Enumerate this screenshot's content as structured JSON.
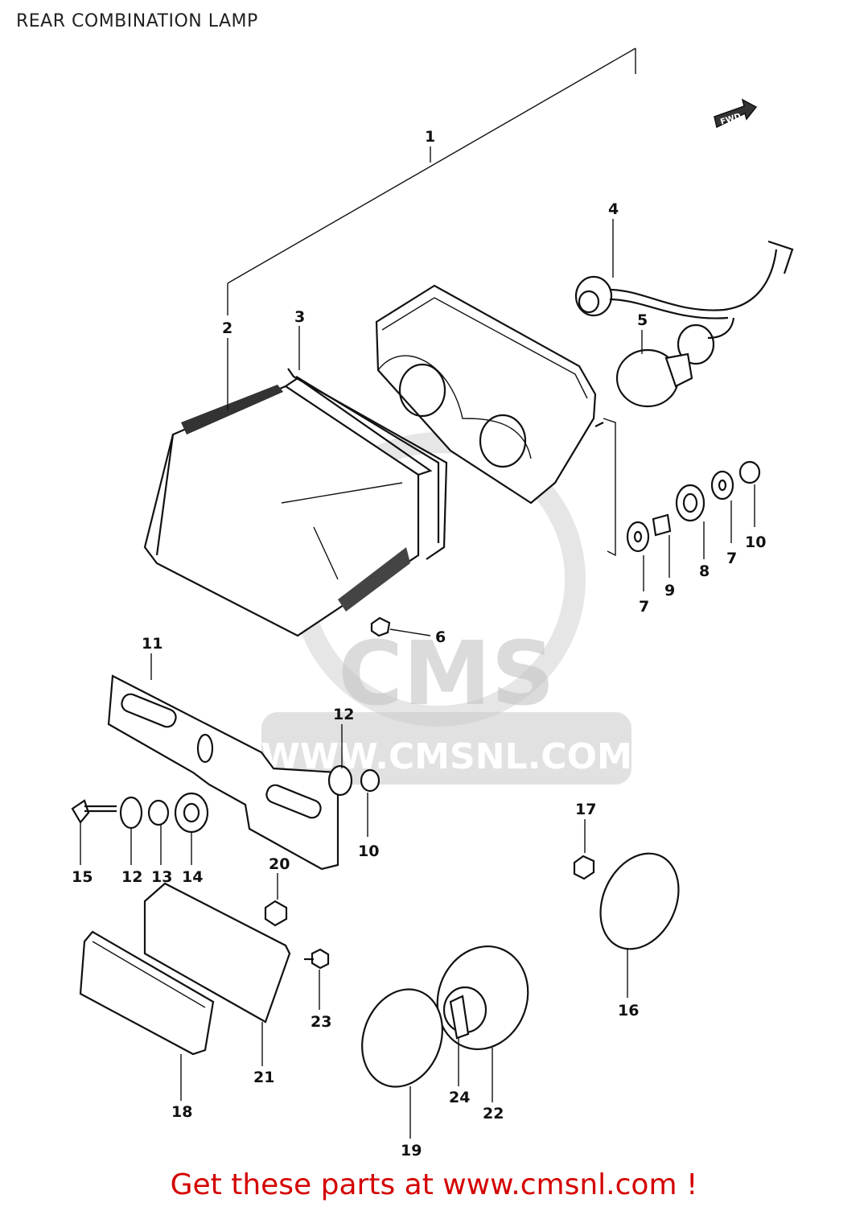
{
  "title": "REAR COMBINATION LAMP",
  "footer": "Get these parts at www.cmsnl.com !",
  "watermark": {
    "logo_text": "CMS",
    "url_text": "WWW.CMSNL.COM"
  },
  "fwd_badge": "FWD",
  "colors": {
    "footer": "#d40000",
    "lines": "#111111",
    "watermark": "#c4c4c4"
  },
  "callouts": [
    "1",
    "2",
    "3",
    "4",
    "5",
    "6",
    "7",
    "7",
    "8",
    "9",
    "10",
    "10",
    "11",
    "12",
    "12",
    "13",
    "14",
    "15",
    "16",
    "17",
    "18",
    "19",
    "20",
    "21",
    "22",
    "23",
    "24"
  ]
}
